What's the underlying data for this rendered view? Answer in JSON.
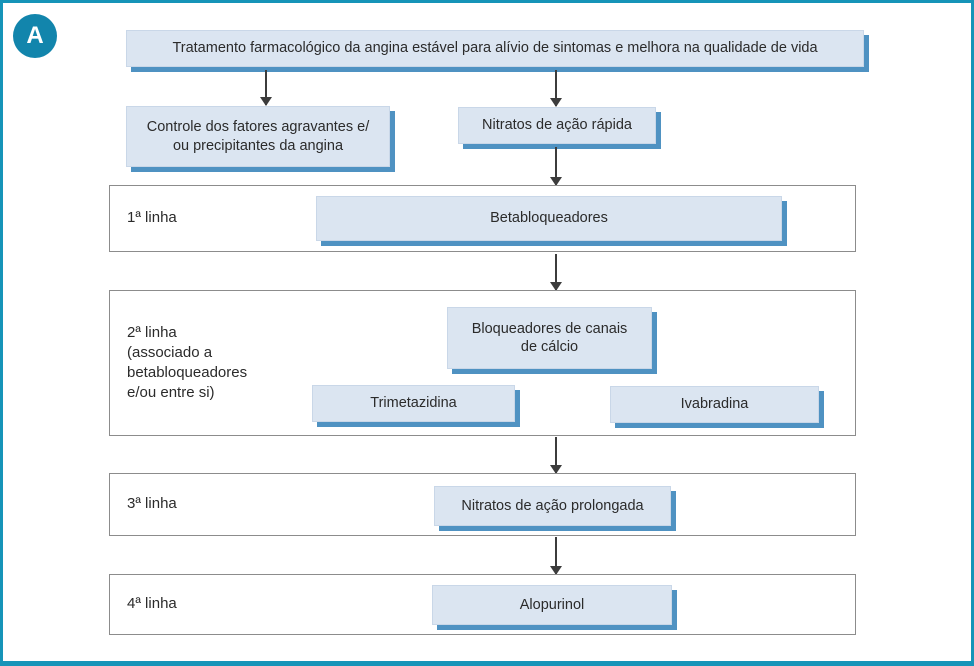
{
  "figure": {
    "label": "A"
  },
  "colors": {
    "accent_teal": "#1694b8",
    "badge_teal": "#1285ac",
    "box_fill": "#dbe5f1",
    "box_shadow": "#4f92c2",
    "section_border": "#8c8c8c",
    "arrow": "#3c3c3c"
  },
  "top_box": {
    "text": "Tratamento farmacológico da angina estável para alívio de sintomas e melhora na qualidade de vida"
  },
  "branches": {
    "controle": "Controle dos fatores agravantes e/\nou precipitantes da angina",
    "nitratos_rapida": "Nitratos de ação rápida"
  },
  "rows": [
    {
      "label": "1ª linha",
      "boxes": [
        "Betabloqueadores"
      ]
    },
    {
      "label": "2ª linha\n(associado a\nbetabloqueadores\ne/ou entre si)",
      "boxes": [
        "Bloqueadores de canais\nde cálcio",
        "Trimetazidina",
        "Ivabradina"
      ]
    },
    {
      "label": "3ª linha",
      "boxes": [
        "Nitratos de ação prolongada"
      ]
    },
    {
      "label": "4ª linha",
      "boxes": [
        "Alopurinol"
      ]
    }
  ]
}
